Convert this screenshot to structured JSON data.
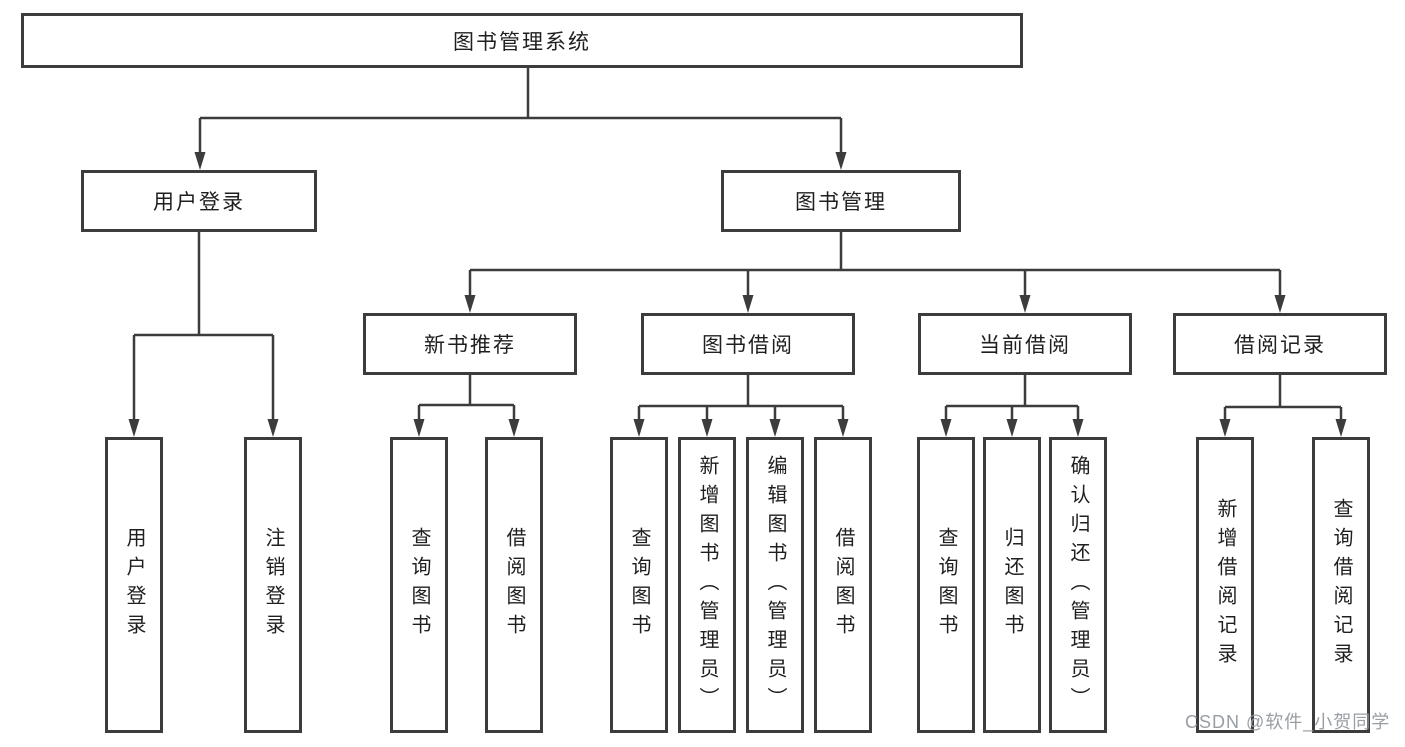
{
  "diagram": {
    "root": "图书管理系统",
    "level2": [
      "用户登录",
      "图书管理"
    ],
    "level3": [
      "新书推荐",
      "图书借阅",
      "当前借阅",
      "借阅记录"
    ],
    "leaves": [
      "用户登录",
      "注销登录",
      "查询图书",
      "借阅图书",
      "查询图书",
      "新增图书（管理员）",
      "编辑图书（管理员）",
      "借阅图书",
      "查询图书",
      "归还图书",
      "确认归还（管理员）",
      "新增借阅记录",
      "查询借阅记录"
    ]
  },
  "watermark": {
    "text": "CSDN @软件_小贺同学"
  },
  "colors": {
    "line": "#3c3c3c",
    "box_border": "#3c3c3c",
    "text": "#1f1f1f",
    "watermark": "#94999f",
    "background": "#ffffff"
  }
}
